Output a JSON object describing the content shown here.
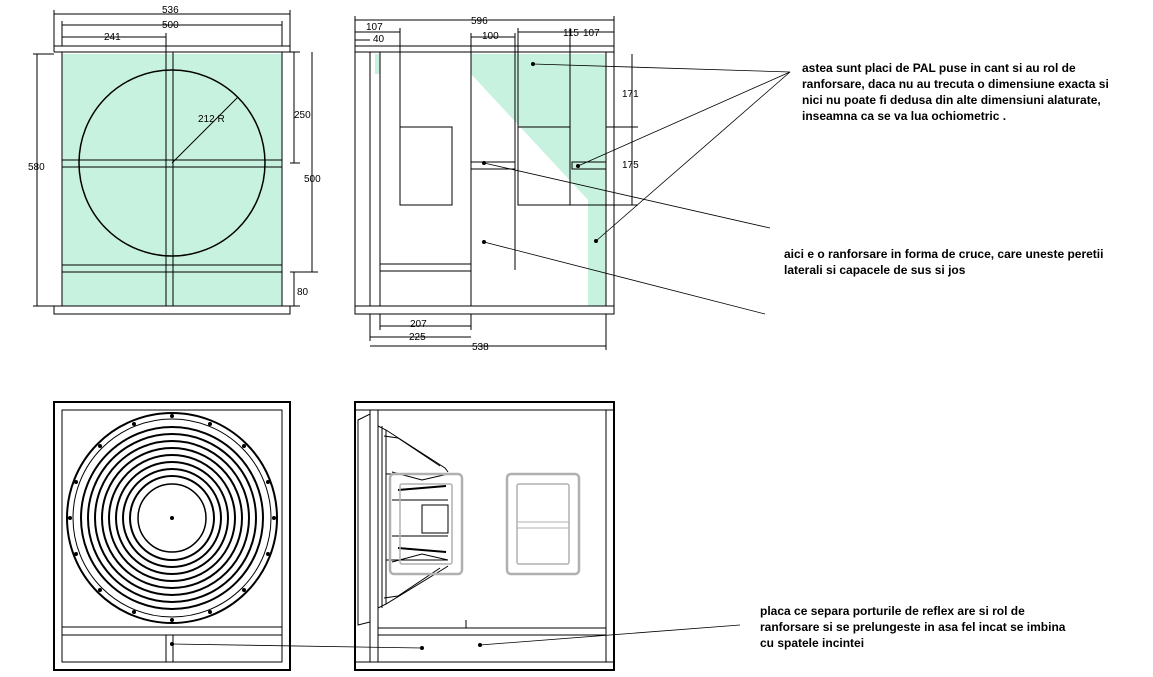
{
  "colors": {
    "board_fill": "#c8f2e0",
    "line": "#000000",
    "port_grey": "#b0b0b0"
  },
  "front_view": {
    "dim_width_outer": "536",
    "dim_width_inner": "500",
    "dim_half": "241",
    "dim_radius": "212 R",
    "dim_height_total": "580",
    "dim_upper": "250",
    "dim_inner_height": "500",
    "dim_bottom": "80"
  },
  "side_view": {
    "dim_107_left": "107",
    "dim_40": "40",
    "dim_596": "596",
    "dim_100": "100",
    "dim_115": "115",
    "dim_107_right": "107",
    "dim_171": "171",
    "dim_175": "175",
    "dim_207": "207",
    "dim_225": "225",
    "dim_538": "538"
  },
  "notes": {
    "note_pal": "astea sunt placi de PAL puse in cant si au rol de ranforsare, daca nu au trecuta o dimensiune exacta si nici nu poate fi dedusa din alte dimensiuni alaturate, inseamna ca se va lua ochiometric .",
    "note_cross": "aici e o ranforsare in forma de cruce, care uneste peretii laterali si capacele de sus si jos",
    "note_reflex": "placa ce separa porturile de reflex are si rol de ranforsare si se prelungeste in asa fel incat se imbina cu spatele incintei"
  }
}
